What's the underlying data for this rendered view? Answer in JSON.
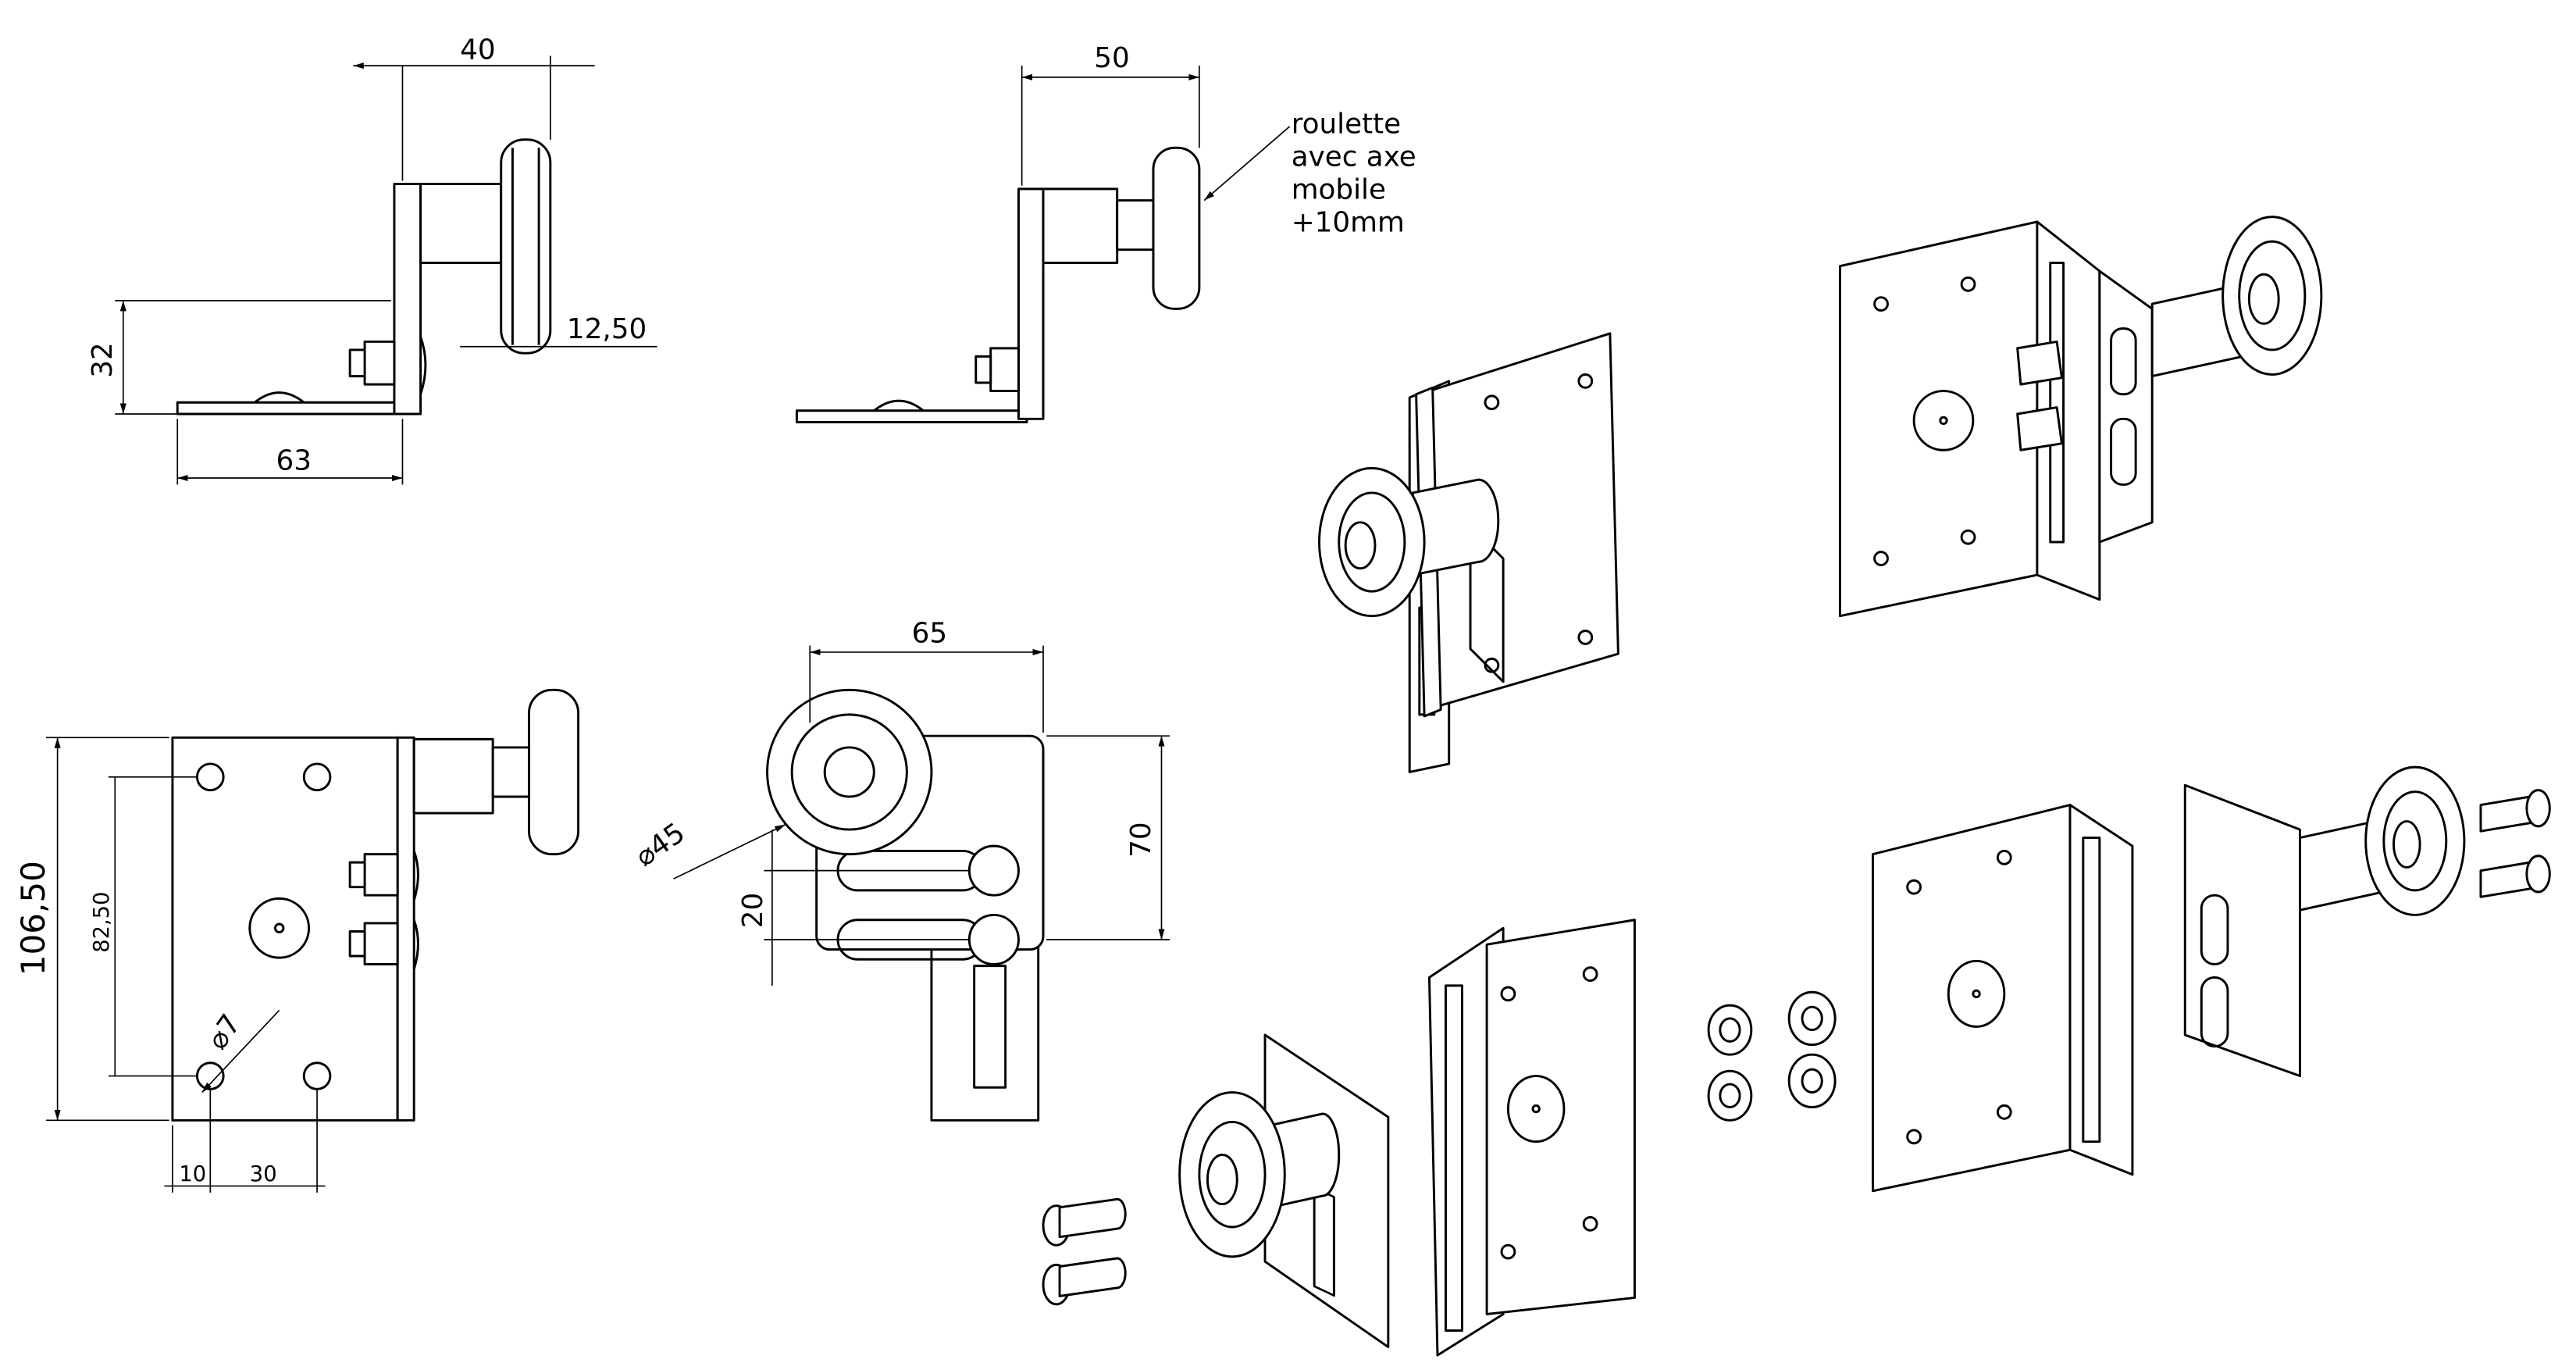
{
  "dimensions": {
    "side_view_1": {
      "width_top": "40",
      "height": "32",
      "base_length": "63",
      "roller_width": "12,50"
    },
    "side_view_2": {
      "width_top": "50"
    },
    "front_view": {
      "height": "106,50",
      "hole_spacing_vertical": "82,50",
      "hole_diameter": "⌀7",
      "edge_offset": "10",
      "hole_spacing_horizontal": "30"
    },
    "roller_view": {
      "width": "65",
      "height": "70",
      "slot_spacing": "20",
      "roller_diameter": "⌀45"
    }
  },
  "callout": {
    "lines": [
      "roulette",
      "avec axe",
      "mobile",
      "+10mm"
    ]
  }
}
